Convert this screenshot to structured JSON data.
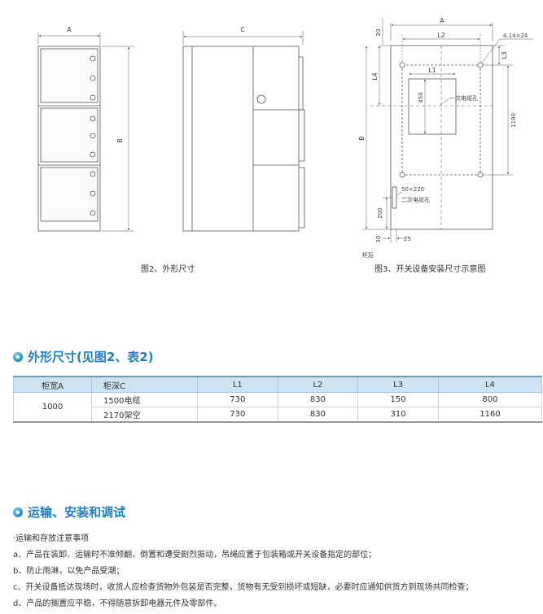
{
  "fig2": {
    "dim_a": "A",
    "dim_b": "B",
    "dim_c": "C",
    "caption": "图2、外形尺寸"
  },
  "fig3": {
    "dim_a": "A",
    "dim_l2": "L2",
    "dim_l1": "L1",
    "dim_l3": "L3",
    "dim_l4": "L4",
    "dim_b": "B",
    "dim_20": "20",
    "dim_450": "450",
    "dim_1190": "1190",
    "dim_200": "200",
    "dim_30": "30",
    "dim_25": "25",
    "bolt_holes": "4.14×24",
    "primary_cable": "一次电缆孔",
    "secondary_size": "50×220",
    "secondary_cable": "二次电缆孔",
    "rear_label": "柜后",
    "caption": "图3、开关设备安装尺寸示意图"
  },
  "section1": {
    "title": "外形尺寸(见图2、表2)"
  },
  "table": {
    "headers": [
      "柜宽A",
      "柜深C",
      "L1",
      "L2",
      "L3",
      "L4"
    ],
    "width_value": "1000",
    "rows": [
      [
        "1500电缆",
        "730",
        "830",
        "150",
        "800"
      ],
      [
        "2170架空",
        "730",
        "830",
        "310",
        "1160"
      ]
    ]
  },
  "section2": {
    "title": "运输、安装和调试"
  },
  "notes": {
    "heading": "·运输和存放注意事项",
    "items": [
      "a、产品在装卸、运输时不准倾翻、倒置和遭受剧烈振动，吊绳应置于包装箱或开关设备指定的部位；",
      "b、防止雨淋，以免产品受潮；",
      "c、开关设备抵达现场时，收货人应检查货物外包装是否完整，货物有无受到损坏或短缺，必要时应通知供货方到现场共同检查；",
      "d、产品的搁置应平稳，不得随意拆卸电器元件及零部件。"
    ]
  }
}
